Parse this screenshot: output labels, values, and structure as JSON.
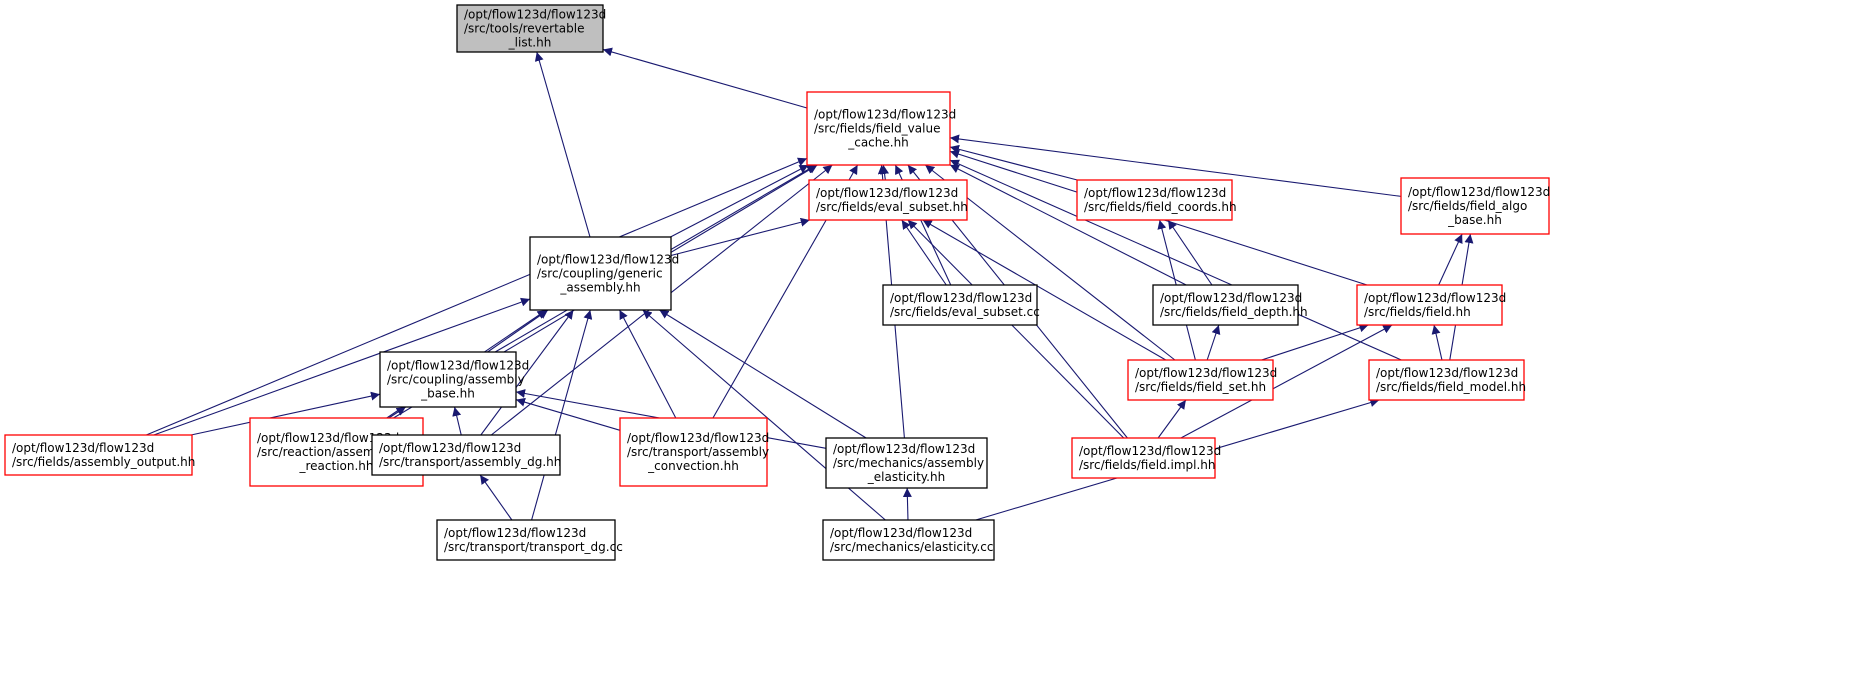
{
  "colors": {
    "edge": "#191970",
    "root_fill": "#bfbfbf",
    "root_border": "#000000",
    "red_border": "#ff0000",
    "black_border": "#000000"
  },
  "nodes": [
    {
      "id": "revertable_list",
      "style": "root",
      "lines": [
        "/opt/flow123d/flow123d",
        "/src/tools/revertable",
        "_list.hh"
      ]
    },
    {
      "id": "field_value_cache",
      "style": "red",
      "lines": [
        "/opt/flow123d/flow123d",
        "/src/fields/field_value",
        "_cache.hh"
      ]
    },
    {
      "id": "eval_subset_hh",
      "style": "red",
      "lines": [
        "/opt/flow123d/flow123d",
        "/src/fields/eval_subset.hh"
      ]
    },
    {
      "id": "field_coords",
      "style": "red",
      "lines": [
        "/opt/flow123d/flow123d",
        "/src/fields/field_coords.hh"
      ]
    },
    {
      "id": "field_algo_base",
      "style": "red",
      "lines": [
        "/opt/flow123d/flow123d",
        "/src/fields/field_algo",
        "_base.hh"
      ]
    },
    {
      "id": "generic_assembly",
      "style": "black",
      "lines": [
        "/opt/flow123d/flow123d",
        "/src/coupling/generic",
        "_assembly.hh"
      ]
    },
    {
      "id": "eval_subset_cc",
      "style": "black",
      "lines": [
        "/opt/flow123d/flow123d",
        "/src/fields/eval_subset.cc"
      ]
    },
    {
      "id": "field_depth",
      "style": "black",
      "lines": [
        "/opt/flow123d/flow123d",
        "/src/fields/field_depth.hh"
      ]
    },
    {
      "id": "field_hh",
      "style": "red",
      "lines": [
        "/opt/flow123d/flow123d",
        "/src/fields/field.hh"
      ]
    },
    {
      "id": "assembly_base",
      "style": "black",
      "lines": [
        "/opt/flow123d/flow123d",
        "/src/coupling/assembly",
        "_base.hh"
      ]
    },
    {
      "id": "field_set",
      "style": "red",
      "lines": [
        "/opt/flow123d/flow123d",
        "/src/fields/field_set.hh"
      ]
    },
    {
      "id": "field_model",
      "style": "red",
      "lines": [
        "/opt/flow123d/flow123d",
        "/src/fields/field_model.hh"
      ]
    },
    {
      "id": "assembly_output",
      "style": "red",
      "lines": [
        "/opt/flow123d/flow123d",
        "/src/fields/assembly_output.hh"
      ]
    },
    {
      "id": "assembly_reaction",
      "style": "red",
      "lines": [
        "/opt/flow123d/flow123d",
        "/src/reaction/assembly",
        "_reaction.hh"
      ]
    },
    {
      "id": "assembly_dg",
      "style": "black",
      "lines": [
        "/opt/flow123d/flow123d",
        "/src/transport/assembly_dg.hh"
      ]
    },
    {
      "id": "assembly_convection",
      "style": "red",
      "lines": [
        "/opt/flow123d/flow123d",
        "/src/transport/assembly",
        "_convection.hh"
      ]
    },
    {
      "id": "assembly_elasticity",
      "style": "black",
      "lines": [
        "/opt/flow123d/flow123d",
        "/src/mechanics/assembly",
        "_elasticity.hh"
      ]
    },
    {
      "id": "field_impl",
      "style": "red",
      "lines": [
        "/opt/flow123d/flow123d",
        "/src/fields/field.impl.hh"
      ]
    },
    {
      "id": "transport_dg_cc",
      "style": "black",
      "lines": [
        "/opt/flow123d/flow123d",
        "/src/transport/transport_dg.cc"
      ]
    },
    {
      "id": "elasticity_cc",
      "style": "black",
      "lines": [
        "/opt/flow123d/flow123d",
        "/src/mechanics/elasticity.cc"
      ]
    }
  ],
  "edges": [
    [
      "field_value_cache",
      "revertable_list"
    ],
    [
      "generic_assembly",
      "revertable_list"
    ],
    [
      "eval_subset_hh",
      "field_value_cache"
    ],
    [
      "field_coords",
      "field_value_cache"
    ],
    [
      "field_algo_base",
      "field_value_cache"
    ],
    [
      "generic_assembly",
      "field_value_cache"
    ],
    [
      "eval_subset_cc",
      "field_value_cache"
    ],
    [
      "field_depth",
      "field_value_cache"
    ],
    [
      "field_hh",
      "field_value_cache"
    ],
    [
      "assembly_base",
      "field_value_cache"
    ],
    [
      "field_set",
      "field_value_cache"
    ],
    [
      "field_model",
      "field_value_cache"
    ],
    [
      "assembly_output",
      "field_value_cache"
    ],
    [
      "assembly_reaction",
      "field_value_cache"
    ],
    [
      "assembly_dg",
      "field_value_cache"
    ],
    [
      "assembly_convection",
      "field_value_cache"
    ],
    [
      "assembly_elasticity",
      "field_value_cache"
    ],
    [
      "field_impl",
      "field_value_cache"
    ],
    [
      "generic_assembly",
      "eval_subset_hh"
    ],
    [
      "eval_subset_cc",
      "eval_subset_hh"
    ],
    [
      "field_set",
      "eval_subset_hh"
    ],
    [
      "field_impl",
      "eval_subset_hh"
    ],
    [
      "field_set",
      "field_coords"
    ],
    [
      "field_depth",
      "field_coords"
    ],
    [
      "field_hh",
      "field_algo_base"
    ],
    [
      "field_model",
      "field_algo_base"
    ],
    [
      "field_set",
      "field_hh"
    ],
    [
      "field_impl",
      "field_hh"
    ],
    [
      "field_model",
      "field_hh"
    ],
    [
      "field_set",
      "field_depth"
    ],
    [
      "field_impl",
      "field_set"
    ],
    [
      "elasticity_cc",
      "field_model"
    ],
    [
      "assembly_base",
      "generic_assembly"
    ],
    [
      "assembly_output",
      "generic_assembly"
    ],
    [
      "assembly_reaction",
      "generic_assembly"
    ],
    [
      "assembly_dg",
      "generic_assembly"
    ],
    [
      "assembly_convection",
      "generic_assembly"
    ],
    [
      "assembly_elasticity",
      "generic_assembly"
    ],
    [
      "transport_dg_cc",
      "generic_assembly"
    ],
    [
      "elasticity_cc",
      "generic_assembly"
    ],
    [
      "assembly_output",
      "assembly_base"
    ],
    [
      "assembly_reaction",
      "assembly_base"
    ],
    [
      "assembly_dg",
      "assembly_base"
    ],
    [
      "assembly_convection",
      "assembly_base"
    ],
    [
      "assembly_elasticity",
      "assembly_base"
    ],
    [
      "transport_dg_cc",
      "assembly_dg"
    ],
    [
      "elasticity_cc",
      "assembly_elasticity"
    ]
  ]
}
